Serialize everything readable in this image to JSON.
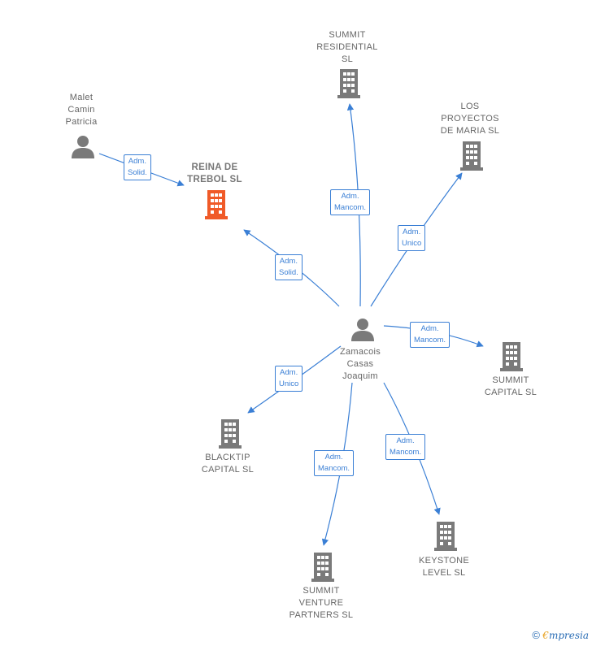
{
  "colors": {
    "edge": "#3a7fd5",
    "company": "#7a7a7a",
    "focus": "#f05a28",
    "person": "#7a7a7a"
  },
  "nodes": {
    "malet": {
      "label": "Malet\nCamin\nPatricia",
      "type": "person"
    },
    "reina": {
      "label": "REINA DE\nTREBOL  SL",
      "type": "company-focus"
    },
    "summit_res": {
      "label": "SUMMIT\nRESIDENTIAL\nSL",
      "type": "company"
    },
    "los_proyectos": {
      "label": "LOS\nPROYECTOS\nDE MARIA  SL",
      "type": "company"
    },
    "zamacois": {
      "label": "Zamacois\nCasas\nJoaquim",
      "type": "person"
    },
    "summit_cap": {
      "label": "SUMMIT\nCAPITAL  SL",
      "type": "company"
    },
    "blacktip": {
      "label": "BLACKTIP\nCAPITAL  SL",
      "type": "company"
    },
    "summit_venture": {
      "label": "SUMMIT\nVENTURE\nPARTNERS  SL",
      "type": "company"
    },
    "keystone": {
      "label": "KEYSTONE\nLEVEL  SL",
      "type": "company"
    }
  },
  "edges": [
    {
      "from": "malet",
      "to": "reina",
      "label": "Adm.\nSolid."
    },
    {
      "from": "zamacois",
      "to": "reina",
      "label": "Adm.\nSolid."
    },
    {
      "from": "zamacois",
      "to": "summit_res",
      "label": "Adm.\nMancom."
    },
    {
      "from": "zamacois",
      "to": "los_proyectos",
      "label": "Adm.\nUnico"
    },
    {
      "from": "zamacois",
      "to": "summit_cap",
      "label": "Adm.\nMancom."
    },
    {
      "from": "zamacois",
      "to": "blacktip",
      "label": "Adm.\nUnico"
    },
    {
      "from": "zamacois",
      "to": "summit_venture",
      "label": "Adm.\nMancom."
    },
    {
      "from": "zamacois",
      "to": "keystone",
      "label": "Adm.\nMancom."
    }
  ],
  "brand": {
    "copyright": "©",
    "e": "€",
    "rest": "mpresia"
  }
}
